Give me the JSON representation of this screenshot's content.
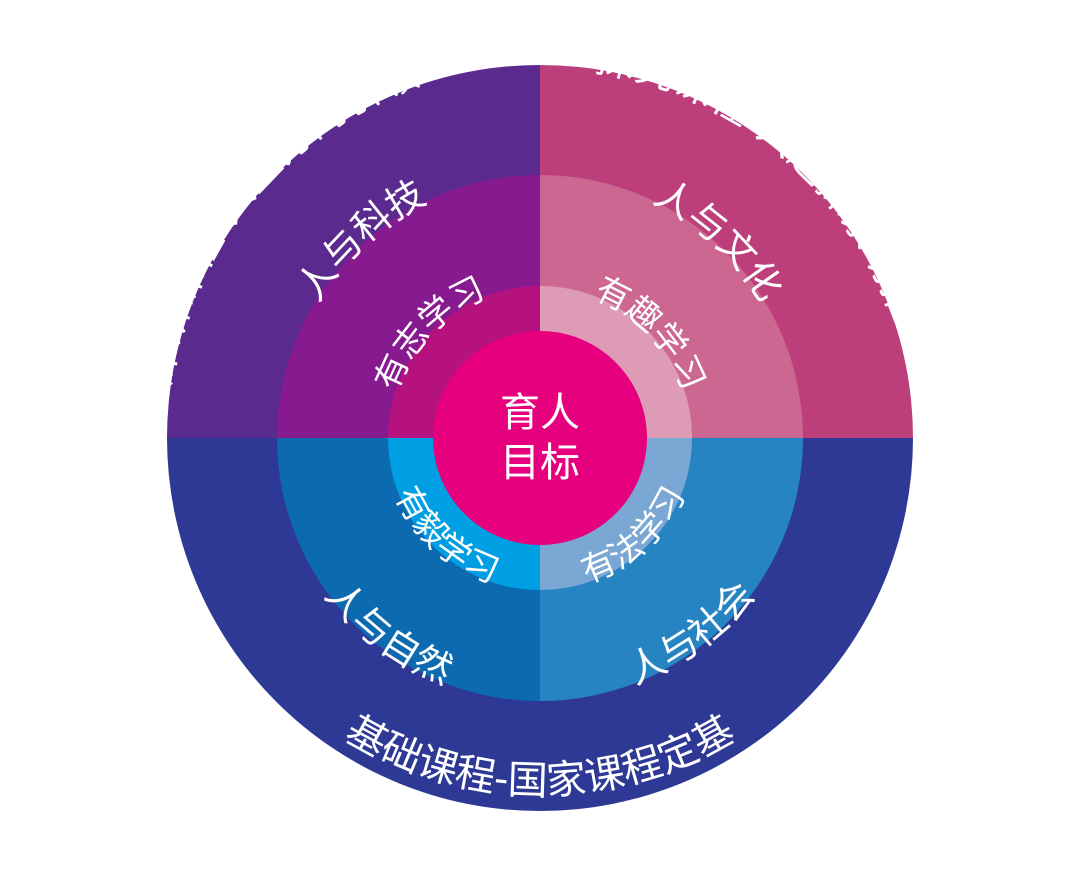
{
  "center": {
    "line1": "育人",
    "line2": "目标",
    "color": "#E6007E"
  },
  "quadrants": [
    {
      "id": "top-left",
      "outer": {
        "label": "深研课程-人生方向引领",
        "color": "#5B2A8F"
      },
      "middle": {
        "label": "人与科技",
        "color": "#871A8F"
      },
      "inner": {
        "label": "有志学习",
        "color": "#B5117F"
      }
    },
    {
      "id": "top-right",
      "outer": {
        "label": "探究课程-兴趣探索助推",
        "color": "#BC3E7A"
      },
      "middle": {
        "label": "人与文化",
        "color": "#CB6791"
      },
      "inner": {
        "label": "有趣学习",
        "color": "#DE9BB6"
      }
    },
    {
      "id": "bottom-left",
      "outer": {
        "label": "基础课程-国家课程定基",
        "color": "#2E3995"
      },
      "middle": {
        "label": "人与自然",
        "color": "#0C6AB0"
      },
      "inner": {
        "label": "有毅学习",
        "color": "#009FE3"
      }
    },
    {
      "id": "bottom-right",
      "outer": {
        "label": "基础课程-国家课程定基",
        "color": "#2E3995"
      },
      "middle": {
        "label": "人与社会",
        "color": "#2684C3"
      },
      "inner": {
        "label": "有法学习",
        "color": "#7AA7D4"
      }
    }
  ]
}
